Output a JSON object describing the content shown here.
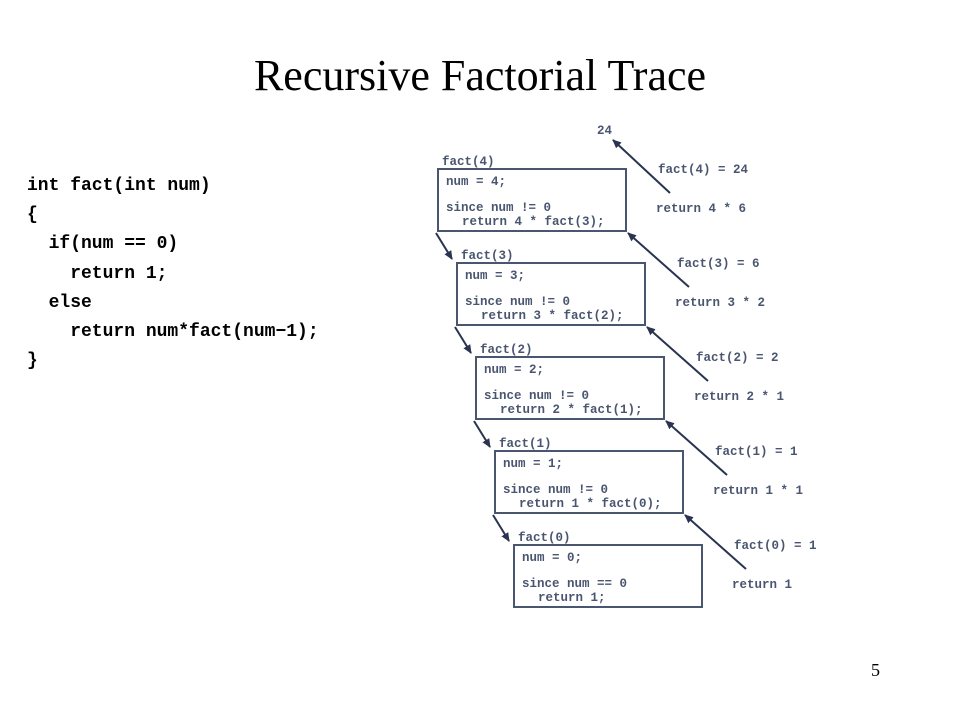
{
  "slide": {
    "title": "Recursive Factorial Trace",
    "page_number": "5"
  },
  "code": {
    "lines": [
      "int fact(int num)",
      "{",
      "  if(num == 0)",
      "    return 1;",
      "  else",
      "    return num*fact(num−1);",
      "}"
    ]
  },
  "diagram": {
    "result": "24",
    "frames": [
      {
        "header": "fact(4)",
        "line1": "num = 4;",
        "line2": "since num != 0",
        "line3": "return 4 * fact(3);",
        "right_value": "fact(4) = 24",
        "right_return": "return 4 * 6"
      },
      {
        "header": "fact(3)",
        "line1": "num = 3;",
        "line2": "since num != 0",
        "line3": "return 3 * fact(2);",
        "right_value": "fact(3) = 6",
        "right_return": "return 3 * 2"
      },
      {
        "header": "fact(2)",
        "line1": "num = 2;",
        "line2": "since num != 0",
        "line3": "return 2 * fact(1);",
        "right_value": "fact(2) = 2",
        "right_return": "return 2 * 1"
      },
      {
        "header": "fact(1)",
        "line1": "num = 1;",
        "line2": "since num != 0",
        "line3": "return 1 * fact(0);",
        "right_value": "fact(1) = 1",
        "right_return": "return 1 * 1"
      },
      {
        "header": "fact(0)",
        "line1": "num = 0;",
        "line2": "since num == 0",
        "line3": "return 1;",
        "right_value": "fact(0) = 1",
        "right_return": "return 1"
      }
    ],
    "colors": {
      "box": "#4a5670",
      "arrow": "#2a3450"
    }
  }
}
